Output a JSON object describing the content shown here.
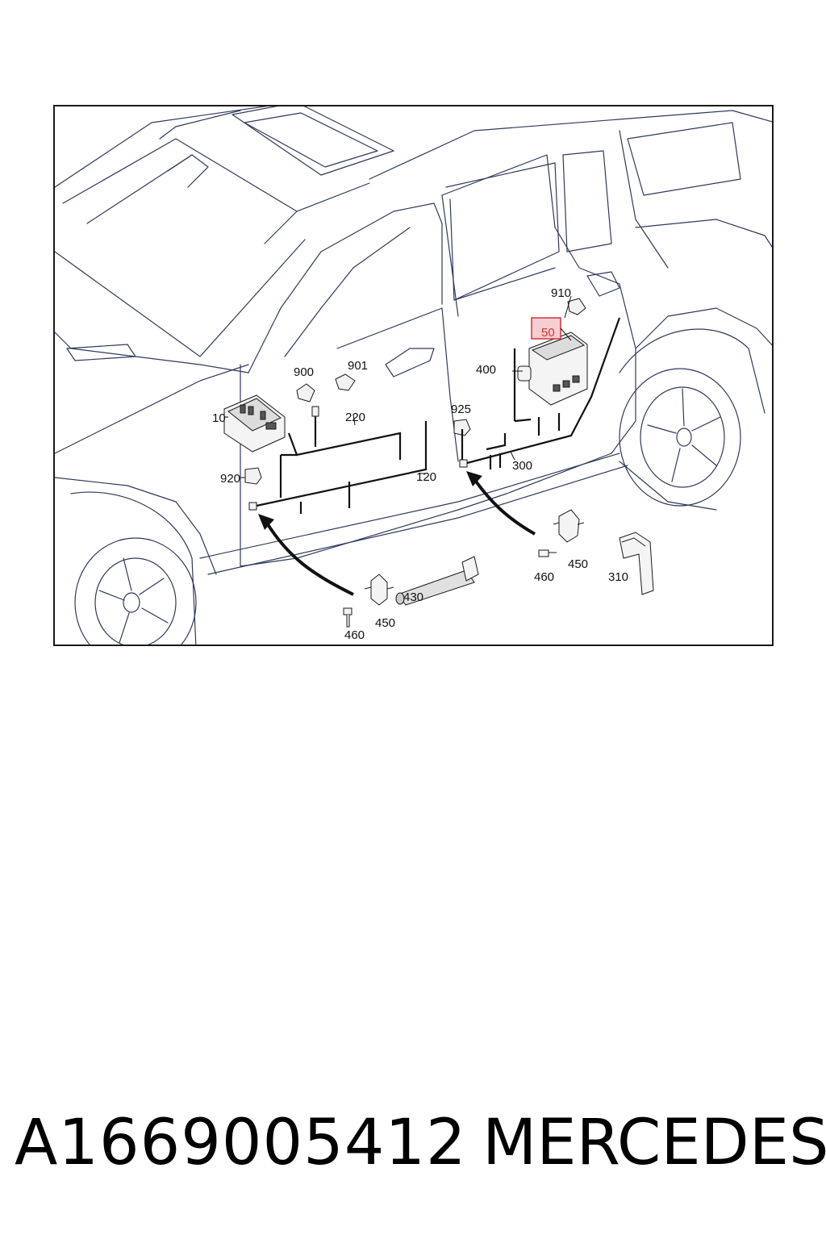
{
  "diagram": {
    "callouts": {
      "c910": "910",
      "c50": "50",
      "c400": "400",
      "c900": "900",
      "c901": "901",
      "c925": "925",
      "c10": "10",
      "c220": "220",
      "c920": "920",
      "c120": "120",
      "c300": "300",
      "c450_rear": "450",
      "c460_rear": "460",
      "c310": "310",
      "c430": "430",
      "c450_front": "450",
      "c460_front": "460"
    },
    "highlight_color": "#d0343a",
    "highlight_fill": "#f6cdd0"
  },
  "footer": {
    "part_number": "A1669005412",
    "brand": "MERCEDES"
  }
}
